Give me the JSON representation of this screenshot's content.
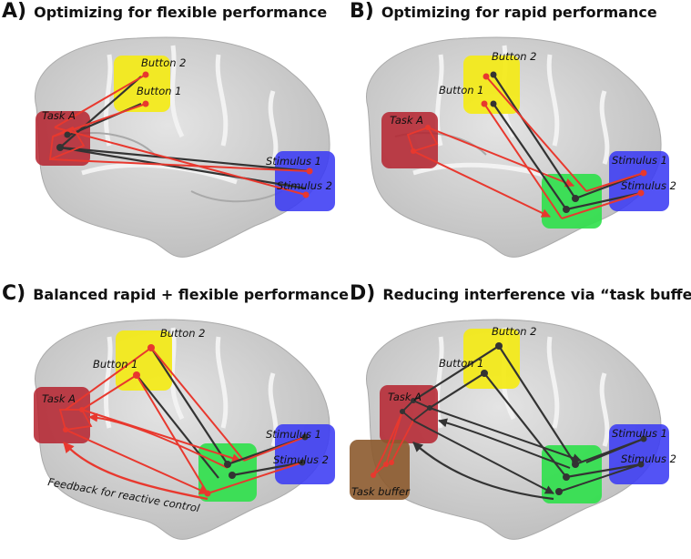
{
  "panels": [
    {
      "letter": "A)",
      "heading": "Optimizing for flexible performance"
    },
    {
      "letter": "B)",
      "heading": "Optimizing for rapid performance"
    },
    {
      "letter": "C)",
      "heading": "Balanced rapid + flexible performance"
    },
    {
      "letter": "D)",
      "heading": "Reducing interference via “task buffer”"
    }
  ],
  "labels": {
    "task_a": "Task A",
    "button_1": "Button 1",
    "button_2": "Button 2",
    "stimulus_1": "Stimulus 1",
    "stimulus_2": "Stimulus 2",
    "task_buffer": "Task buffer",
    "feedback": "Feedback for reactive control"
  },
  "colors": {
    "task_region": "#b5222e",
    "button_region": "#f4ea16",
    "stimulus_region": "#3b3bf4",
    "hub_region": "#2ee04a",
    "buffer_region": "#8c5a2e",
    "red_connection": "#e8382e",
    "black_connection": "#333333",
    "brain": "#c9c9c9"
  }
}
